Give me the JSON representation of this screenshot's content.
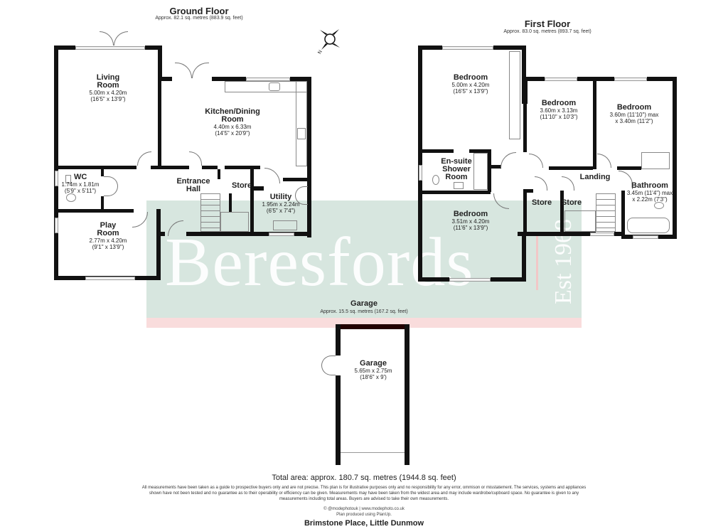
{
  "ground_floor": {
    "title": "Ground Floor",
    "area": "Approx. 82.1 sq. metres (883.9 sq. feet)",
    "rooms": [
      {
        "name": "Living Room",
        "name_lines": [
          "Living",
          "Room"
        ],
        "metric": "5.00m x 4.20m",
        "imperial": "(16'5\" x 13'9\")"
      },
      {
        "name": "Kitchen/Dining Room",
        "name_lines": [
          "Kitchen/Dining",
          "Room"
        ],
        "metric": "4.40m x 6.33m",
        "imperial": "(14'5\" x 20'9\")"
      },
      {
        "name": "WC",
        "name_lines": [
          "WC"
        ],
        "metric": "1.74m x 1.81m",
        "imperial": "(5'9\" x 5'11\")"
      },
      {
        "name": "Entrance Hall",
        "name_lines": [
          "Entrance",
          "Hall"
        ],
        "metric": "",
        "imperial": ""
      },
      {
        "name": "Store",
        "name_lines": [
          "Store"
        ],
        "metric": "",
        "imperial": ""
      },
      {
        "name": "Utility",
        "name_lines": [
          "Utility"
        ],
        "metric": "1.95m x 2.24m",
        "imperial": "(6'5\" x 7'4\")"
      },
      {
        "name": "Play Room",
        "name_lines": [
          "Play",
          "Room"
        ],
        "metric": "2.77m x 4.20m",
        "imperial": "(9'1\" x 13'9\")"
      }
    ]
  },
  "first_floor": {
    "title": "First Floor",
    "area": "Approx. 83.0 sq. metres (893.7 sq. feet)",
    "rooms": [
      {
        "name": "Bedroom",
        "name_lines": [
          "Bedroom"
        ],
        "metric": "5.00m x 4.20m",
        "imperial": "(16'5\" x 13'9\")"
      },
      {
        "name": "Bedroom",
        "name_lines": [
          "Bedroom"
        ],
        "metric": "3.60m x 3.13m",
        "imperial": "(11'10\" x 10'3\")"
      },
      {
        "name": "Bedroom",
        "name_lines": [
          "Bedroom"
        ],
        "metric": "3.60m (11'10\") max",
        "imperial": "x 3.40m (11'2\")"
      },
      {
        "name": "En-suite Shower Room",
        "name_lines": [
          "En-suite",
          "Shower",
          "Room"
        ],
        "metric": "",
        "imperial": ""
      },
      {
        "name": "Landing",
        "name_lines": [
          "Landing"
        ],
        "metric": "",
        "imperial": ""
      },
      {
        "name": "Bathroom",
        "name_lines": [
          "Bathroom"
        ],
        "metric": "3.45m (11'4\") max",
        "imperial": "x 2.22m (7'3\")"
      },
      {
        "name": "Store",
        "name_lines": [
          "Store"
        ],
        "metric": "",
        "imperial": ""
      },
      {
        "name": "Store",
        "name_lines": [
          "Store"
        ],
        "metric": "",
        "imperial": ""
      },
      {
        "name": "Bedroom",
        "name_lines": [
          "Bedroom"
        ],
        "metric": "3.51m x 4.20m",
        "imperial": "(11'6\" x 13'9\")"
      }
    ]
  },
  "garage_section": {
    "title": "Garage",
    "area": "Approx. 15.5 sq. metres (167.2 sq. feet)",
    "room": {
      "name": "Garage",
      "metric": "5.65m x 2.75m",
      "imperial": "(18'6\" x 9')"
    }
  },
  "compass": {
    "icon": "compass-icon",
    "label": "N"
  },
  "watermark": {
    "brand": "Beresfords",
    "est": "Est 1968",
    "band_color": "#d7e6df",
    "stripe_color": "#f9dcdc"
  },
  "footer": {
    "total_area": "Total area: approx. 180.7 sq. metres (1944.8 sq. feet)",
    "disclaimer_1": "All measurements have been taken as a guide to prospective buyers only and are not precise. This plan is for illustrative purposes only and no responsibility for any error, ommison or misstatement. The services, systems and appliances",
    "disclaimer_2": "shown have not been tested and no guarantee as to their operability or efficiency can be given. Measurements may have been taken from the widest area and may include wardrobe/cupboard space. No guarantee is given to any",
    "disclaimer_3": "measurements including total areas. Buyers are advised to take their own measurements.",
    "credit_1": "© @modephotouk | www.modephoto.co.uk",
    "credit_2": "Plan produced using PlanUp.",
    "address": "Brimstone Place, Little Dunmow"
  }
}
